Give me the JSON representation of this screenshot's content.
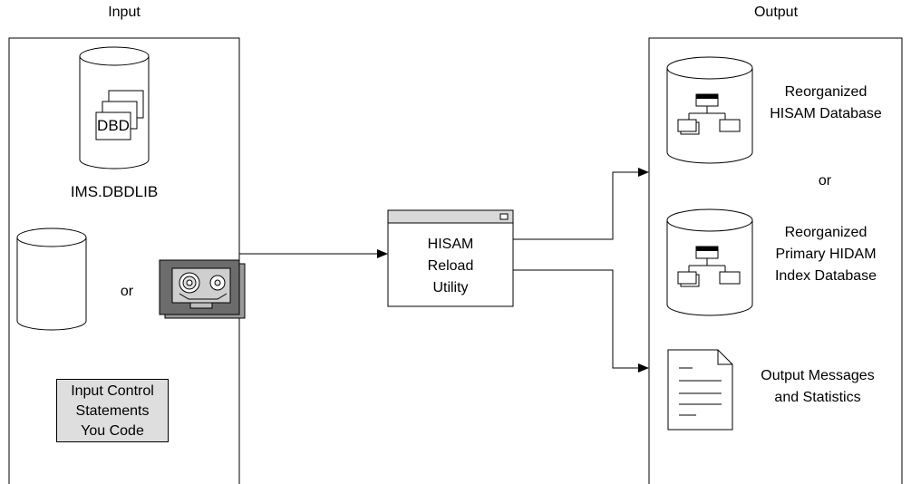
{
  "input": {
    "title": "Input",
    "dbdlib": {
      "badge": "DBD",
      "label": "IMS.DBDLIB"
    },
    "or_label": "or",
    "control": [
      "Input Control",
      "Statements",
      "You Code"
    ]
  },
  "utility": {
    "lines": [
      "HISAM",
      "Reload",
      "Utility"
    ]
  },
  "output": {
    "title": "Output",
    "hisam_db": [
      "Reorganized",
      "HISAM Database"
    ],
    "or_label": "or",
    "hidam_db": [
      "Reorganized",
      "Primary HIDAM",
      "Index Database"
    ],
    "messages": [
      "Output Messages",
      "and Statistics"
    ]
  }
}
